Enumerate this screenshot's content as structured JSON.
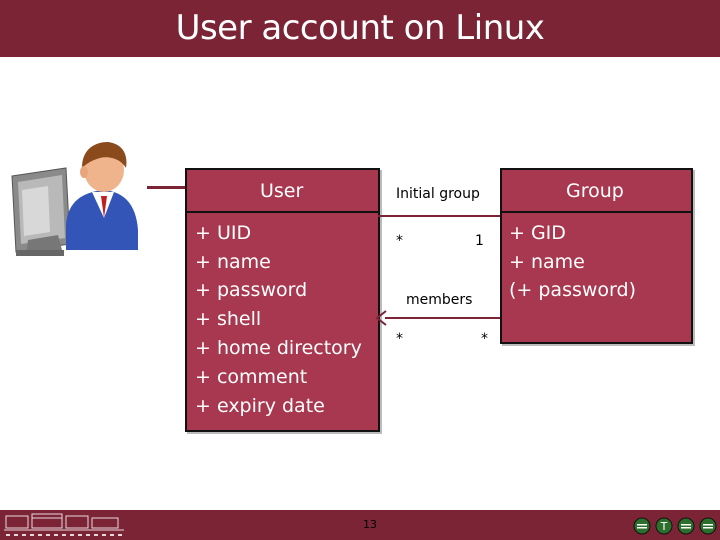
{
  "slide": {
    "title": "User account on Linux",
    "page_number": "13"
  },
  "user_class": {
    "name": "User",
    "attributes": [
      "+ UID",
      "+ name",
      "+ password",
      "+ shell",
      "+ home directory",
      "+ comment",
      "+ expiry date"
    ]
  },
  "group_class": {
    "name": "Group",
    "attributes": [
      "+ GID",
      "+ name",
      "(+ password)"
    ]
  },
  "associations": {
    "initial_group": {
      "label": "Initial group",
      "user_end": "*",
      "group_end": "1"
    },
    "members": {
      "label": "members",
      "user_end": "*",
      "group_end": "*"
    }
  },
  "colors": {
    "title_bar": "#7b2436",
    "class_fill": "#a8384f",
    "connector": "#7b2436"
  },
  "icons": [
    "user-at-computer-icon",
    "university-logo-icon",
    "footer-nav-icons"
  ]
}
